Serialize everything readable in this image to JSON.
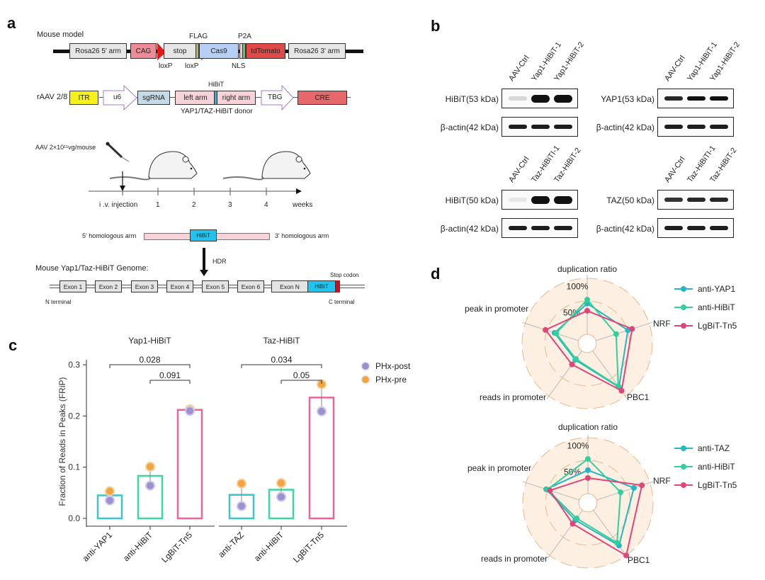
{
  "panels": {
    "a": "a",
    "b": "b",
    "c": "c",
    "d": "d"
  },
  "panel_a": {
    "mouse_model_label": "Mouse model",
    "mouse_model_construct": [
      "Rosa26 5' arm",
      "CAG",
      "stop",
      "Cas9",
      "tdTomato",
      "Rosa26 3' arm"
    ],
    "mouse_model_annotations": {
      "loxp1": "loxP",
      "loxp2": "loxP",
      "flag": "FLAG",
      "p2a": "P2A",
      "nls": "NLS"
    },
    "raav_label": "rAAV 2/8",
    "raav_construct": [
      "ITR",
      "u6",
      "sgRNA",
      "left arm",
      "right arm",
      "TBG",
      "CRE"
    ],
    "raav_hibit": "HiBiT",
    "donor_label": "YAP1/TAZ-HiBiT donor",
    "dose_label": "AAV  2×10¹¹vg/mouse",
    "timeline": {
      "injection": "i .v. injection",
      "ticks": [
        "1",
        "2",
        "3",
        "4"
      ],
      "unit": "weeks"
    },
    "hdr_arm_5": "5' homologous arm",
    "hdr_arm_3": "3' homologous arm",
    "hdr_tag": "HiBiT",
    "hdr_label": "HDR",
    "genome_title": "Mouse Yap1/Taz-HiBiT Genome:",
    "exons": [
      "Exon 1",
      "Exon 2",
      "Exon 3",
      "Exon 4",
      "Exon 5",
      "Exon 6",
      "Exon N"
    ],
    "genome_tag": "HiBiT",
    "stop_codon": "Stop codon",
    "n_terminal": "N terminal",
    "c_terminal": "C terminal"
  },
  "panel_b": {
    "blots": [
      {
        "lanes": [
          "AAV-Ctrl",
          "Yap1-HiBiT-1",
          "Yap1-HiBiT-2"
        ],
        "rows": [
          "HiBiT(53 kDa)",
          "β-actin(42 kDa)"
        ]
      },
      {
        "lanes": [
          "AAV-Ctrl",
          "Yap1-HiBiT-1",
          "Yap1-HiBiT-2"
        ],
        "rows": [
          "YAP1(53 kDa)",
          "β-actin(42 kDa)"
        ]
      },
      {
        "lanes": [
          "AAV-Ctrl",
          "Taz-HiBiTI-1",
          "Taz-HiBiT-2"
        ],
        "rows": [
          "HiBiT(50 kDa)",
          "β-actin(42 kDa)"
        ]
      },
      {
        "lanes": [
          "AAV-Ctrl",
          "Taz-HiBiTI-1",
          "Taz-HiBiT-2"
        ],
        "rows": [
          "TAZ(50 kDa)",
          "β-actin(42 kDa)"
        ]
      }
    ]
  },
  "chart_data": [
    {
      "type": "bar",
      "title": "Yap1-HiBiT / Taz-HiBiT",
      "ylabel": "Fraction of Reads in Peaks (FRiP)",
      "ylim": [
        0,
        0.3
      ],
      "yticks": [
        "0.0",
        "0.1",
        "0.2",
        "0.3"
      ],
      "groups": [
        {
          "name": "Yap1-HiBiT",
          "categories": [
            "anti-YAP1",
            "anti-HiBiT",
            "LgBiT-Tn5"
          ],
          "bar_values": [
            0.045,
            0.083,
            0.212
          ],
          "PHx_post": [
            0.035,
            0.064,
            0.21
          ],
          "PHx_pre": [
            0.053,
            0.101,
            0.213
          ],
          "bar_colors": [
            "#3ec4c8",
            "#3fd4a0",
            "#e8659a"
          ],
          "pvalues": [
            {
              "from": 0,
              "to": 2,
              "label": "0.028"
            },
            {
              "from": 1,
              "to": 2,
              "label": "0.091"
            }
          ]
        },
        {
          "name": "Taz-HiBiT",
          "categories": [
            "anti-TAZ",
            "anti-HiBiT",
            "LgBiT-Tn5"
          ],
          "bar_values": [
            0.046,
            0.056,
            0.236
          ],
          "PHx_post": [
            0.024,
            0.042,
            0.209
          ],
          "PHx_pre": [
            0.068,
            0.069,
            0.262
          ],
          "bar_colors": [
            "#3ec4c8",
            "#3fd4a0",
            "#e8659a"
          ],
          "pvalues": [
            {
              "from": 0,
              "to": 2,
              "label": "0.034"
            },
            {
              "from": 1,
              "to": 2,
              "label": "0.05"
            }
          ]
        }
      ],
      "legend": [
        {
          "name": "PHx-post",
          "color": "#9d8fd0"
        },
        {
          "name": "PHx-pre",
          "color": "#f0a542"
        }
      ],
      "legend_position": "top-right"
    },
    {
      "type": "radar",
      "axes": [
        "duplication ratio",
        "NRF",
        "PBC1",
        "reads in promoter",
        "peak in promoter"
      ],
      "rings": [
        "50%",
        "100%"
      ],
      "series": [
        {
          "name": "anti-YAP1",
          "color": "#27b5c4",
          "values": [
            0.55,
            0.6,
            0.8,
            0.2,
            0.45
          ]
        },
        {
          "name": "anti-HiBiT",
          "color": "#2fd09a",
          "values": [
            0.62,
            0.38,
            0.78,
            0.18,
            0.42
          ]
        },
        {
          "name": "LgBiT-Tn5",
          "color": "#e0457a",
          "values": [
            0.42,
            0.68,
            0.88,
            0.3,
            0.62
          ]
        }
      ],
      "legend_position": "top-right"
    },
    {
      "type": "radar",
      "axes": [
        "duplication ratio",
        "NRF",
        "PBC1",
        "reads in promoter",
        "peak in promoter"
      ],
      "rings": [
        "50%",
        "100%"
      ],
      "series": [
        {
          "name": "anti-TAZ",
          "color": "#27b5c4",
          "values": [
            0.42,
            0.7,
            0.78,
            0.22,
            0.62
          ]
        },
        {
          "name": "anti-HiBiT",
          "color": "#2fd09a",
          "values": [
            0.62,
            0.45,
            0.72,
            0.18,
            0.6
          ]
        },
        {
          "name": "LgBiT-Tn5",
          "color": "#e0457a",
          "values": [
            0.28,
            0.85,
            1.0,
            0.3,
            0.55
          ]
        }
      ],
      "legend_position": "top-right"
    }
  ]
}
